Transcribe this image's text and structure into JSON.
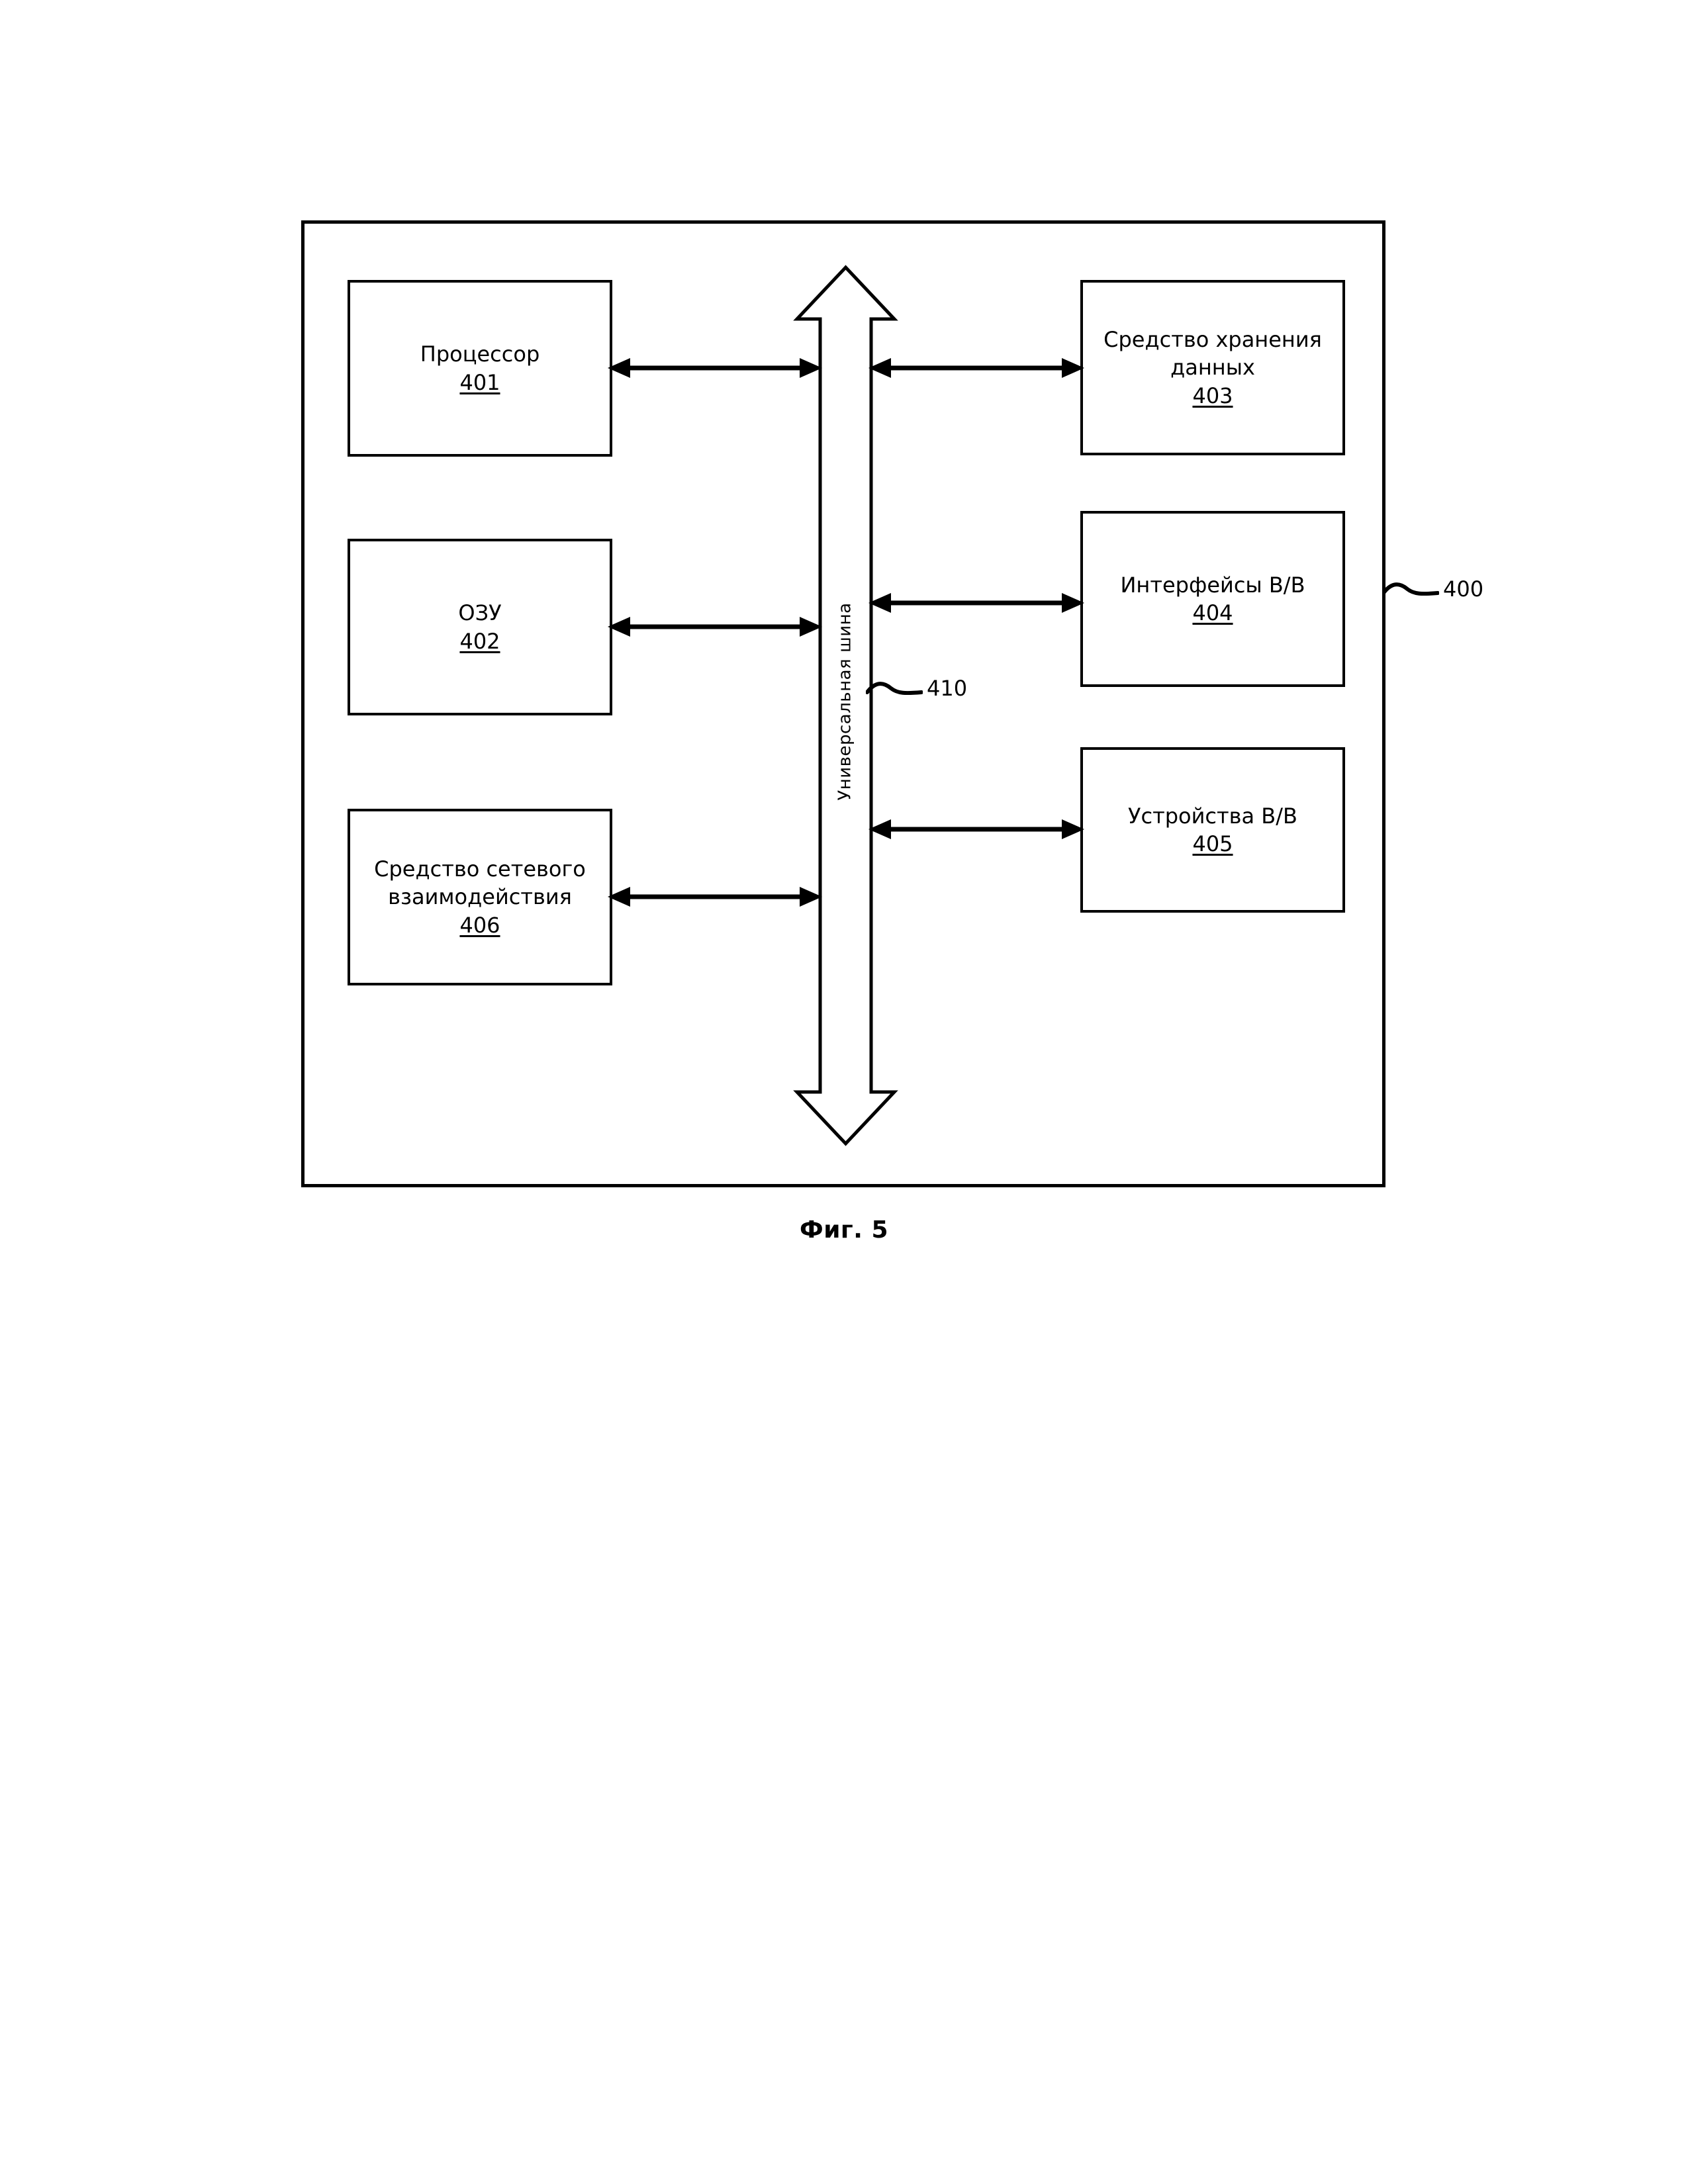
{
  "figure": {
    "caption": "Фиг. 5",
    "system_ref": "400",
    "bus_ref": "410",
    "bus_label": "Универсальная шина"
  },
  "left_column": [
    {
      "title": "Процессор",
      "ref": "401"
    },
    {
      "title": "ОЗУ",
      "ref": "402"
    },
    {
      "title": "Средство сетевого\nвзаимодействия",
      "ref": "406"
    }
  ],
  "right_column": [
    {
      "title": "Средство хранения\nданных",
      "ref": "403"
    },
    {
      "title": "Интерфейсы В/В",
      "ref": "404"
    },
    {
      "title": "Устройства В/В",
      "ref": "405"
    }
  ],
  "colors": {
    "stroke": "#000000",
    "background": "#ffffff"
  }
}
